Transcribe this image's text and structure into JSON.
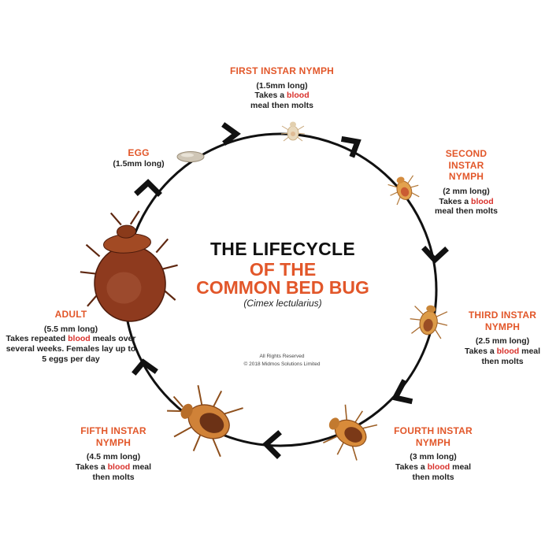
{
  "colors": {
    "accent": "#e2572a",
    "blood": "#d9312b",
    "ring": "#111111",
    "bug_dark": "#6b2a12",
    "bug_mid": "#a8531e",
    "bug_light": "#d9953e",
    "egg": "#c9bfae"
  },
  "center": {
    "line1": "THE LIFECYCLE",
    "line2": "OF THE",
    "line3": "COMMON BED BUG",
    "scientific_name": "(Cimex lectularius)"
  },
  "copyright": {
    "line1": "All Rights Reserved",
    "line2": "© 2018 Midmos Solutions Limited"
  },
  "stages": [
    {
      "id": "egg",
      "title": "EGG",
      "size": "(1.5mm long)",
      "pre": "",
      "blood": "",
      "post": ""
    },
    {
      "id": "first",
      "title": "FIRST INSTAR NYMPH",
      "size": "(1.5mm long)",
      "pre": "Takes a ",
      "blood": "blood",
      "post": " meal then molts"
    },
    {
      "id": "second",
      "title": "SECOND INSTAR NYMPH",
      "size": "(2 mm long)",
      "pre": "Takes a ",
      "blood": "blood",
      "post": " meal then molts"
    },
    {
      "id": "third",
      "title": "THIRD INSTAR NYMPH",
      "size": "(2.5 mm long)",
      "pre": "Takes a ",
      "blood": "blood",
      "post": " meal then molts"
    },
    {
      "id": "fourth",
      "title": "FOURTH INSTAR NYMPH",
      "size": "(3 mm long)",
      "pre": "Takes a ",
      "blood": "blood",
      "post": " meal then molts"
    },
    {
      "id": "fifth",
      "title": "FIFTH INSTAR NYMPH",
      "size": "(4.5 mm long)",
      "pre": "Takes a ",
      "blood": "blood",
      "post": " meal then molts"
    },
    {
      "id": "adult",
      "title": "ADULT",
      "size": "(5.5 mm long)",
      "pre": "Takes repeated ",
      "blood": "blood",
      "post": " meals over several weeks. Females lay up to 5 eggs per day"
    }
  ],
  "icons": [
    "egg-icon",
    "nymph-icon",
    "adult-bug-icon",
    "chevron-arrow-icon"
  ]
}
